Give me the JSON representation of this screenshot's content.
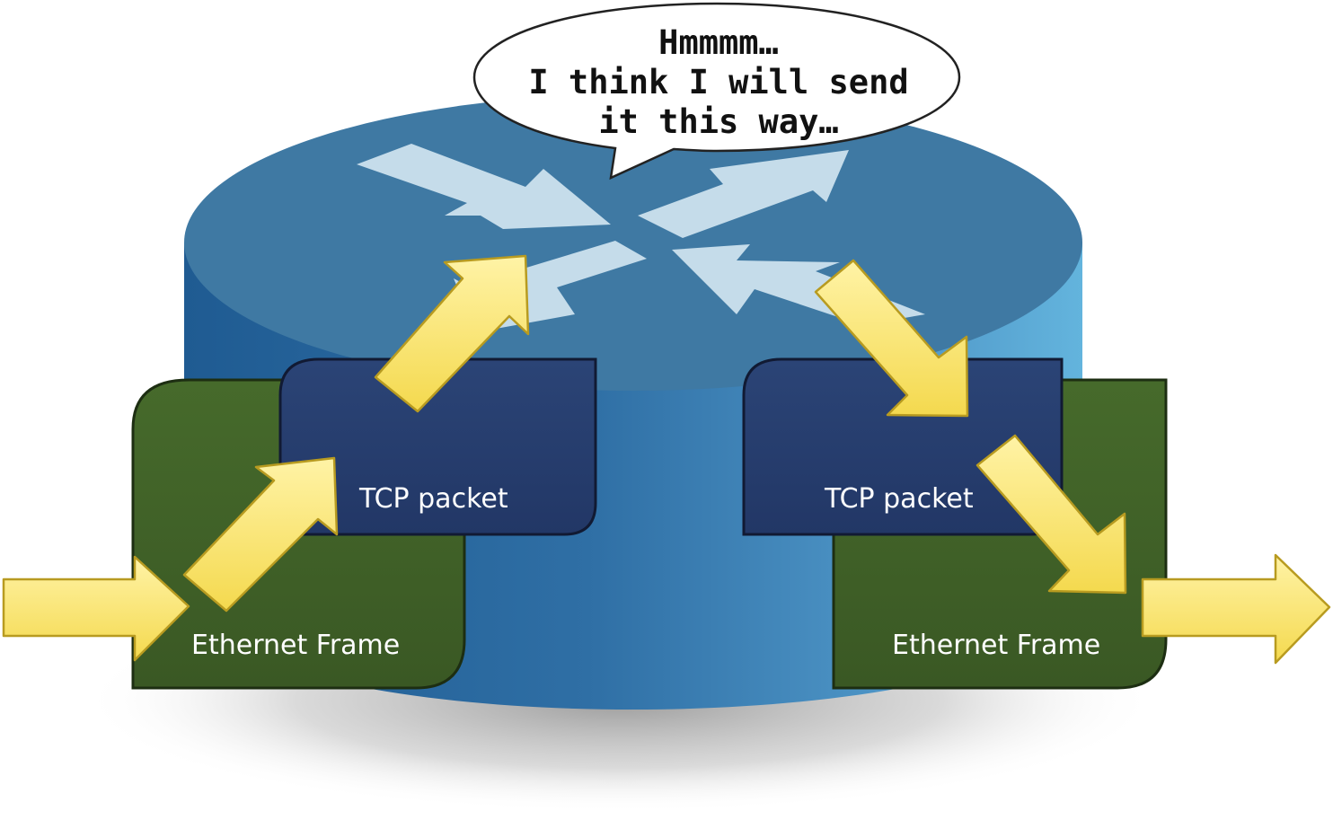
{
  "speech_bubble": {
    "lines": [
      "Hmmmm…",
      "I think I will send",
      "it this way…"
    ]
  },
  "left": {
    "ethernet_frame_label": "Ethernet Frame",
    "tcp_packet_label": "TCP packet"
  },
  "right": {
    "ethernet_frame_label": "Ethernet Frame",
    "tcp_packet_label": "TCP packet"
  },
  "colors": {
    "router_top": "#3f79a3",
    "router_side": "#2f6fa5",
    "router_arrows": "#c5dcea",
    "ethernet_frame": "#3f5e27",
    "tcp_packet": "#263d6c",
    "flow_arrow": "#f8e36b"
  },
  "icons": [
    "router-icon",
    "speech-bubble",
    "flow-arrow"
  ]
}
